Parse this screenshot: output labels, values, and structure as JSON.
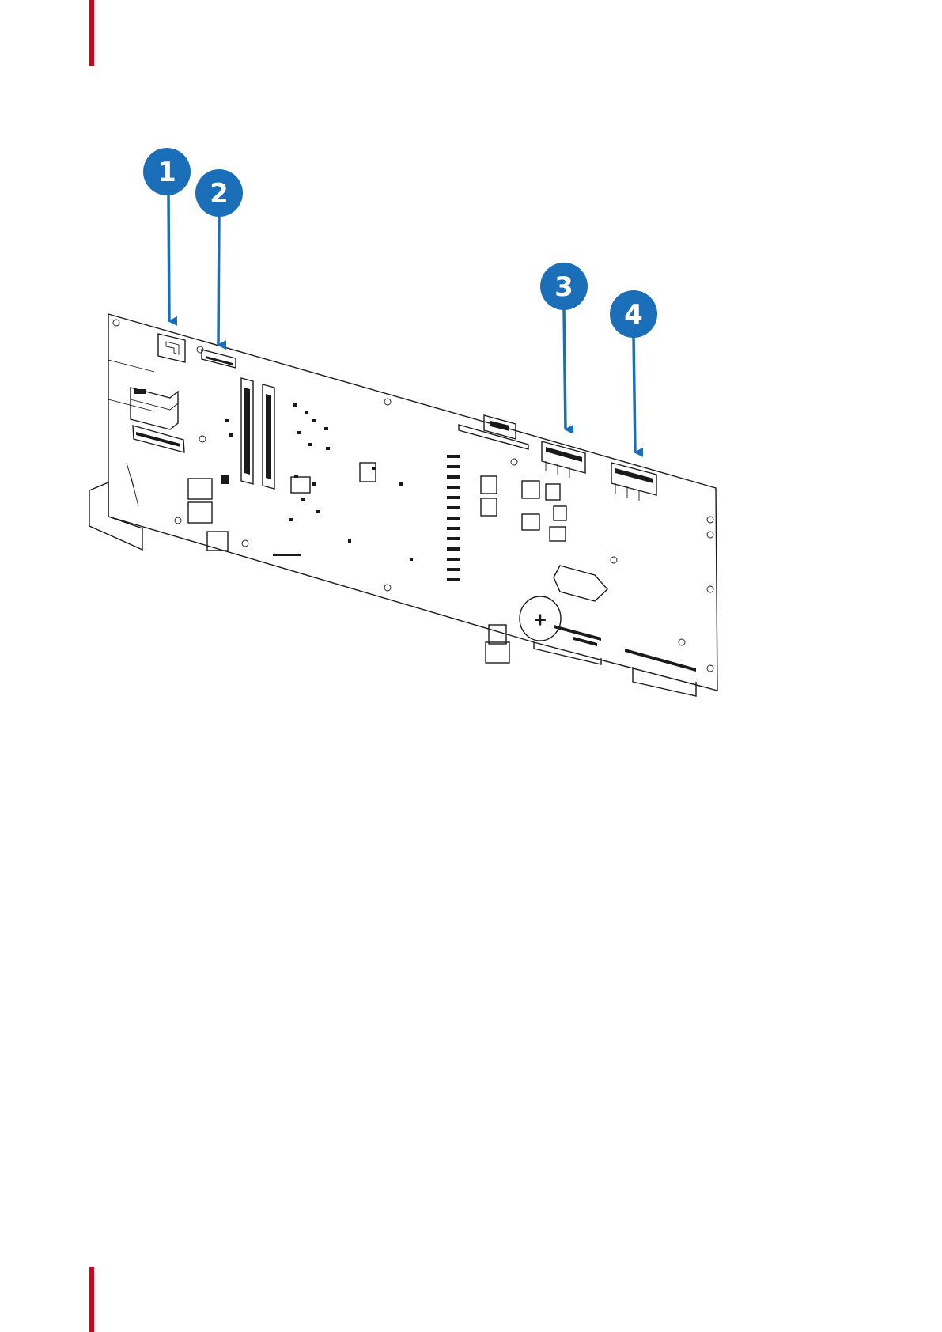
{
  "brand": {
    "accent_color": "#d6001c"
  },
  "figure": {
    "callout_color": "#1b6fb8",
    "callouts": [
      {
        "label": "1"
      },
      {
        "label": "2"
      },
      {
        "label": "3"
      },
      {
        "label": "4"
      }
    ],
    "battery_symbol": "+"
  }
}
